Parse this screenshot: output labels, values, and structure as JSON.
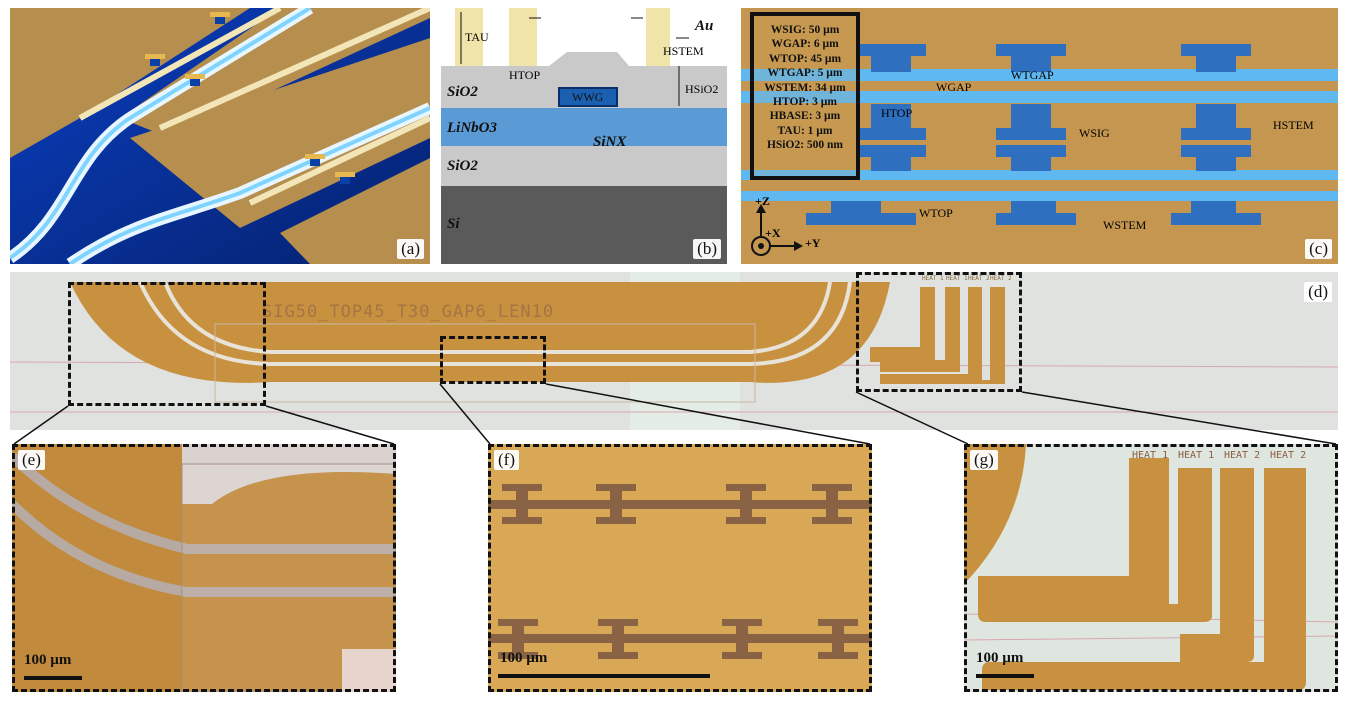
{
  "panels": {
    "a": {
      "label": "(a)"
    },
    "b": {
      "label": "(b)",
      "layers": [
        "SiO2",
        "LiNbO3",
        "SiO2",
        "Si"
      ],
      "metal": "Au",
      "waveguide_material": "SiNX",
      "dims": {
        "t_au": "TAU",
        "h_top": "HTOP",
        "h_stem": "HSTEM",
        "h_sio2": "HSiO2",
        "w_wg": "WWG"
      }
    },
    "c": {
      "label": "(c)",
      "specs": [
        "WSIG: 50 µm",
        "WGAP: 6 µm",
        "WTOP: 45 µm",
        "WTGAP: 5 µm",
        "WSTEM: 34 µm",
        "HTOP: 3 µm",
        "HBASE: 3 µm",
        "TAU: 1 µm",
        "HSiO2: 500 nm"
      ],
      "dims": {
        "w_gap": "WGAP",
        "w_tgap": "WTGAP",
        "h_top": "HTOP",
        "w_sig": "WSIG",
        "h_stem": "HSTEM",
        "w_top": "WTOP",
        "w_stem": "WSTEM"
      },
      "axes": {
        "z": "+Z",
        "x": "+X",
        "y": "+Y"
      }
    },
    "d": {
      "label": "(d)",
      "device_text": "SIG50_TOP45_T30_GAP6_LEN10",
      "heater_labels": [
        "HEAT 1",
        "HEAT 1",
        "HEAT 2",
        "HEAT 2"
      ]
    },
    "e": {
      "label": "(e)",
      "scalebar": "100 µm"
    },
    "f": {
      "label": "(f)",
      "scalebar": "100 µm"
    },
    "g": {
      "label": "(g)",
      "scalebar": "100 µm",
      "heater_labels": [
        "HEAT 1",
        "HEAT 1",
        "HEAT 2",
        "HEAT 2"
      ]
    }
  },
  "colors": {
    "gold": "#d7a95a",
    "substrate_blue": "#0b3fa8",
    "waveguide_cyan": "#4fc3f7",
    "sio2": "#c9c9c9",
    "linbo3": "#5b9bd5",
    "si": "#5a5a5a"
  }
}
